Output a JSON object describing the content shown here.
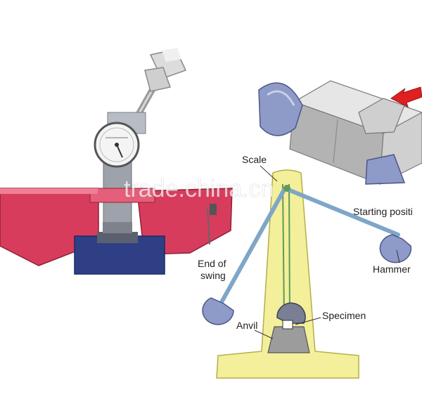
{
  "watermark": "trade.china.cn",
  "labels": {
    "scale": "Scale",
    "starting_position": "Starting positi",
    "hammer": "Hammer",
    "end_of_swing_line1": "End of",
    "end_of_swing_line2": "swing",
    "specimen": "Specimen",
    "anvil": "Anvil"
  },
  "colors": {
    "machine_red": "#d83c5c",
    "machine_base": "#2f3f86",
    "frame_yellow": "#f3ef9b",
    "arm_blue": "#7fa6c8",
    "hammer_steel": "#8e9ac8",
    "specimen_grey": "#bdbdbd",
    "arrow_red": "#e02020"
  }
}
